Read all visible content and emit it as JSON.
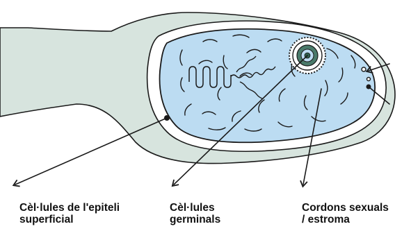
{
  "labels": {
    "epithelium": {
      "line1": "Cèl·lules de l'epiteli",
      "line2": "superficial"
    },
    "germinal": {
      "line1": "Cèl·lules",
      "line2": "germinals"
    },
    "cords": {
      "line1": "Cordons sexuals",
      "line2": "/ estroma"
    }
  },
  "colors": {
    "outline": "#1a1a1a",
    "stroma_fill": "#d7e4de",
    "inner_fill": "#bcdcf2",
    "follicle_ring": "#4a7a6a",
    "follicle_core": "#2f5f4f",
    "background": "#ffffff"
  }
}
